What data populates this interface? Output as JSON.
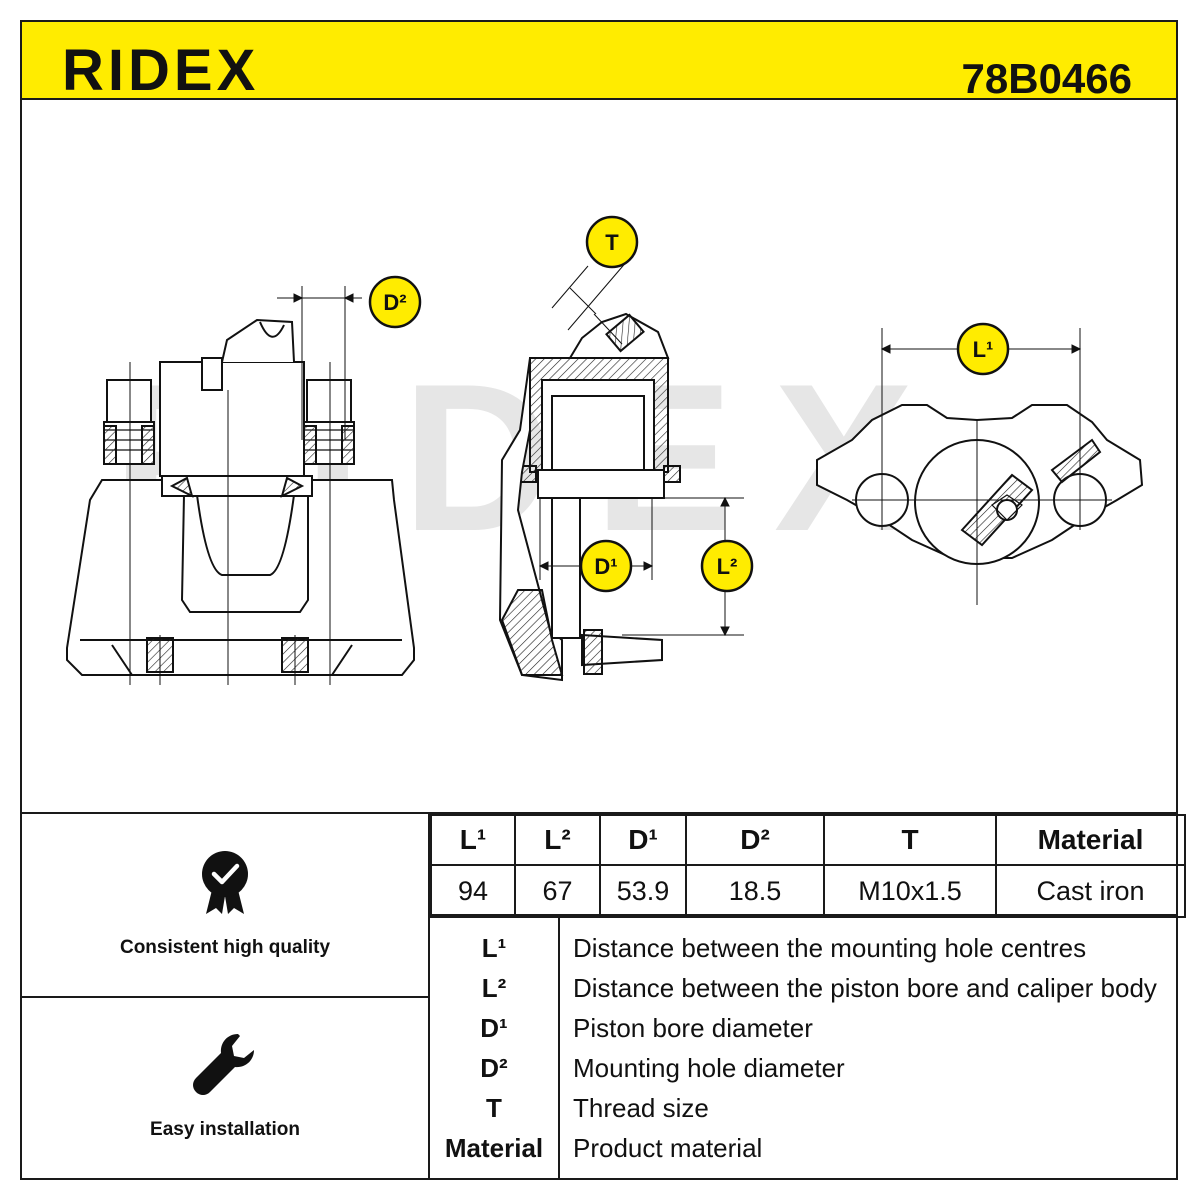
{
  "header": {
    "brand": "RIDEX",
    "part_number": "78B0466",
    "brand_color": "#ffec00"
  },
  "drawing": {
    "watermark": "RIDEX",
    "dimension_labels": {
      "d2": "D²",
      "t": "T",
      "d1": "D¹",
      "l2": "L²",
      "l1": "L¹"
    }
  },
  "features": [
    {
      "icon": "quality-badge-icon",
      "label": "Consistent high quality"
    },
    {
      "icon": "wrench-icon",
      "label": "Easy installation"
    }
  ],
  "spec_table": {
    "headers": [
      "L¹",
      "L²",
      "D¹",
      "D²",
      "T",
      "Material"
    ],
    "values": [
      "94",
      "67",
      "53.9",
      "18.5",
      "M10x1.5",
      "Cast iron"
    ]
  },
  "legend": [
    {
      "key": "L¹",
      "description": "Distance between the mounting hole centres"
    },
    {
      "key": "L²",
      "description": "Distance between the piston bore and caliper body"
    },
    {
      "key": "D¹",
      "description": "Piston bore diameter"
    },
    {
      "key": "D²",
      "description": "Mounting hole diameter"
    },
    {
      "key": "T",
      "description": "Thread size"
    },
    {
      "key": "Material",
      "description": "Product material"
    }
  ]
}
